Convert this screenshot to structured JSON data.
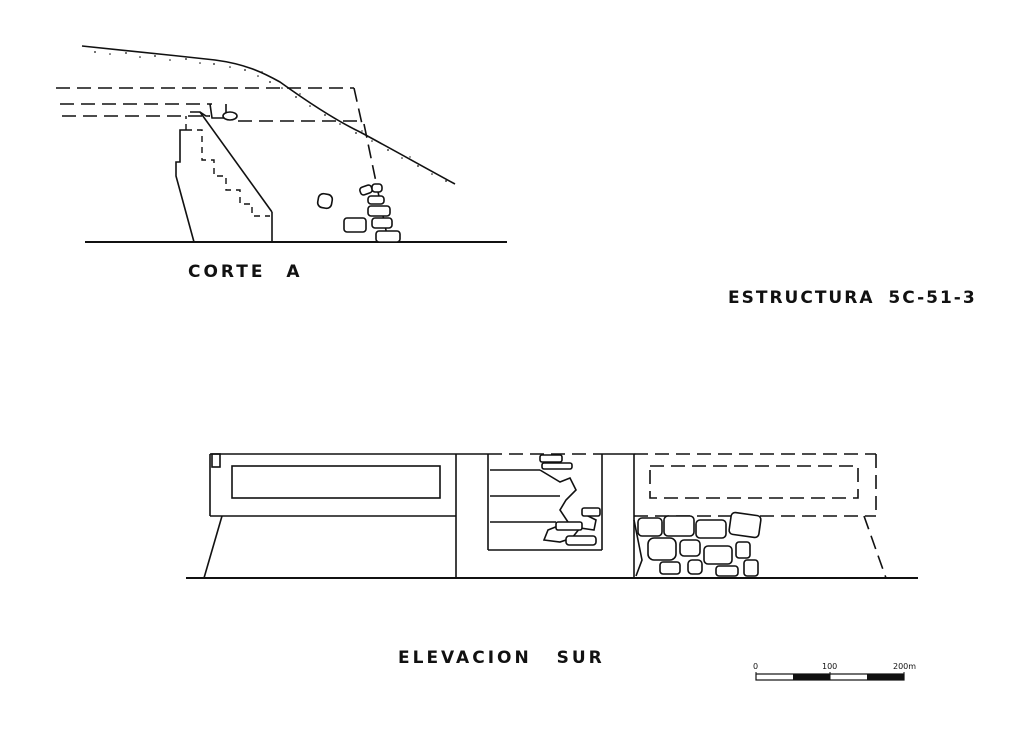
{
  "labels": {
    "section": "CORTE  A",
    "structure": "ESTRUCTURA 5C-51-3",
    "elevation": "ELEVACION  SUR"
  },
  "scale_bar": {
    "ticks": [
      "0",
      "100",
      "200m"
    ],
    "segments": 4
  },
  "colors": {
    "ink": "#111111",
    "paper": "#ffffff"
  }
}
